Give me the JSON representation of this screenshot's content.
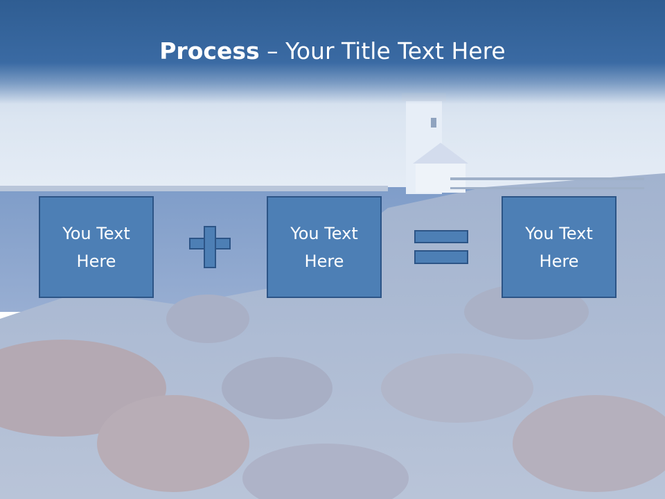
{
  "slide": {
    "title_bold": "Process",
    "title_separator": " – ",
    "title_rest": "Your Title Text Here"
  },
  "process_boxes": [
    {
      "text": "You Text Here"
    },
    {
      "text": "You Text Here"
    },
    {
      "text": "You Text Here"
    }
  ],
  "operators": [
    "plus",
    "equals"
  ],
  "colors": {
    "title_band": "#2f5d92",
    "box_fill": "#4d7fb5",
    "box_border": "#2c5486",
    "text": "#ffffff"
  },
  "background": "lighthouse-on-rocky-coast"
}
